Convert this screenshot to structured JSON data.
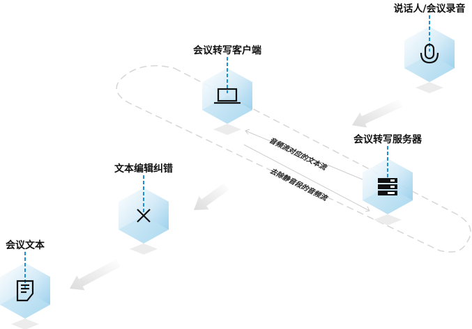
{
  "nodes": {
    "speaker": {
      "label": "说话人/会议录音",
      "icon": "microphone-icon"
    },
    "client": {
      "label": "会议转写客户端",
      "icon": "laptop-icon"
    },
    "server": {
      "label": "会议转写服务器",
      "icon": "server-icon"
    },
    "editor": {
      "label": "文本编辑纠错",
      "icon": "close-x-icon"
    },
    "text": {
      "label": "会议文本",
      "icon": "document-icon"
    }
  },
  "flows": {
    "to_client": "音频流对应的文本流",
    "to_server": "去除静音段的音频流"
  },
  "colors": {
    "accent": "#1a8fd6",
    "hex_fill": "#8ecbea",
    "arrow": "#e4e4e4"
  }
}
